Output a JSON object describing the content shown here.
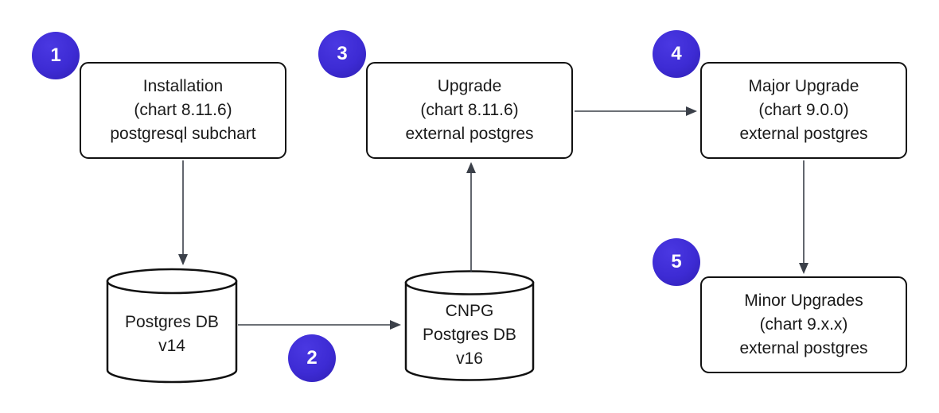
{
  "canvas": {
    "width": "1180",
    "height": "520",
    "background": "#ffffff"
  },
  "colors": {
    "badge_fill": "#3d2bd4",
    "badge_text": "#ffffff",
    "node_fill": "#ffffff",
    "node_border": "#111111",
    "arrow": "#3b4049",
    "text": "#1a1a1a"
  },
  "badges": [
    {
      "label": "1"
    },
    {
      "label": "2"
    },
    {
      "label": "3"
    },
    {
      "label": "4"
    },
    {
      "label": "5"
    }
  ],
  "nodes": {
    "installation": {
      "line1": "Installation",
      "line2": "(chart 8.11.6)",
      "line3": "postgresql subchart"
    },
    "upgrade": {
      "line1": "Upgrade",
      "line2": "(chart 8.11.6)",
      "line3": "external postgres"
    },
    "major_upgrade": {
      "line1": "Major Upgrade",
      "line2": "(chart 9.0.0)",
      "line3": "external postgres"
    },
    "minor_upgrades": {
      "line1": "Minor Upgrades",
      "line2": "(chart 9.x.x)",
      "line3": "external postgres"
    },
    "postgres_db_v14": {
      "line1": "Postgres DB",
      "line2": "v14"
    },
    "cnpg_postgres_db_v16": {
      "line1": "CNPG",
      "line2": "Postgres DB",
      "line3": "v16"
    }
  }
}
